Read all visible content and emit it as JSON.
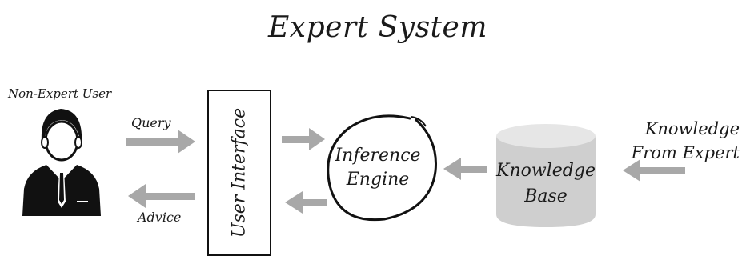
{
  "title": "Expert System",
  "actors": {
    "user": "Non-Expert User"
  },
  "flows": {
    "query": "Query",
    "advice": "Advice"
  },
  "components": {
    "user_interface": "User Interface",
    "inference_engine": [
      "Inference",
      "Engine"
    ],
    "knowledge_base": [
      "Knowledge",
      "Base"
    ],
    "knowledge_from_expert": [
      "Knowledge",
      "From Expert"
    ]
  },
  "colors": {
    "arrow": "#a8a8a8",
    "line": "#111111",
    "database_fill": "#cfcfcf",
    "database_top": "#e6e6e6",
    "person": "#111111"
  }
}
